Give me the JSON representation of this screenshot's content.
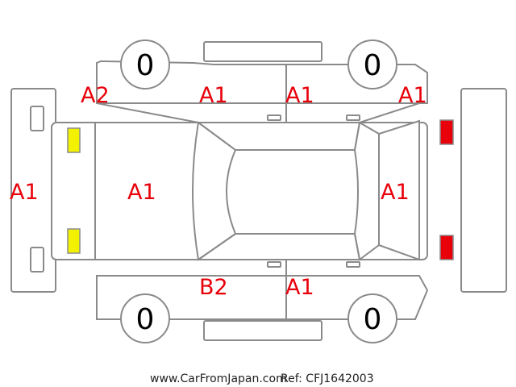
{
  "colors": {
    "damage_code": "#e8000b",
    "outline": "#8a8a8a",
    "front_lamp_marker": "#f2f200",
    "rear_lamp_marker": "#e8000b"
  },
  "tire_readings": {
    "front_left": "0",
    "rear_left": "0",
    "front_right": "0",
    "rear_right": "0"
  },
  "damage_codes": {
    "front_bumper": "A1",
    "front_left_fender": "A2",
    "hood": "A1",
    "front_left_door": "A1",
    "rear_left_door": "A1",
    "rear_left_quarter": "A1",
    "trunk": "A1",
    "front_right_door": "B2",
    "rear_right_door": "A1"
  },
  "footer": {
    "site": "www.CarFromJapan.com",
    "ref": "Ref: CFJ1642003"
  }
}
